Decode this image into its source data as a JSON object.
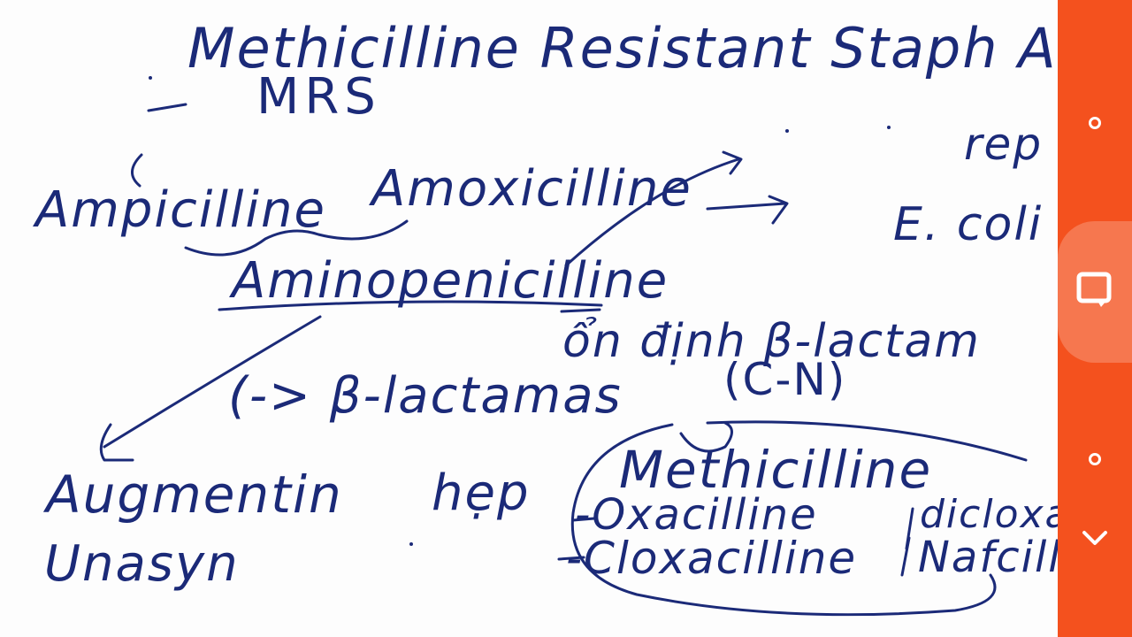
{
  "whiteboard": {
    "title_line": "Methicilline Resistant Staph Aur",
    "mrs": "MRS",
    "rep": "rep",
    "ampicilline": "Ampicilline",
    "amoxicilline": "Amoxicilline",
    "ecoli": "E. coli",
    "aminopenicilline": "Aminopenicilline",
    "on_dinh": "ổn định β-lactam",
    "cn": "(C-N)",
    "beta_lactamas": "(-> β-lactamas",
    "augmentin": "Augmentin",
    "hep": "hẹp",
    "methicilline": "Methicilline",
    "oxacilline": "-Oxacilline",
    "dicloxac": "dicloxac",
    "unasyn": "Unasyn",
    "cloxacilline": "-Cloxacilline",
    "nafcill": "Nafcill"
  },
  "sidebar": {
    "colors": {
      "background": "#f4511e",
      "icon": "#ffffff"
    },
    "buttons": [
      "circle-icon",
      "chat-icon",
      "circle-icon",
      "chevron-down-icon"
    ]
  }
}
